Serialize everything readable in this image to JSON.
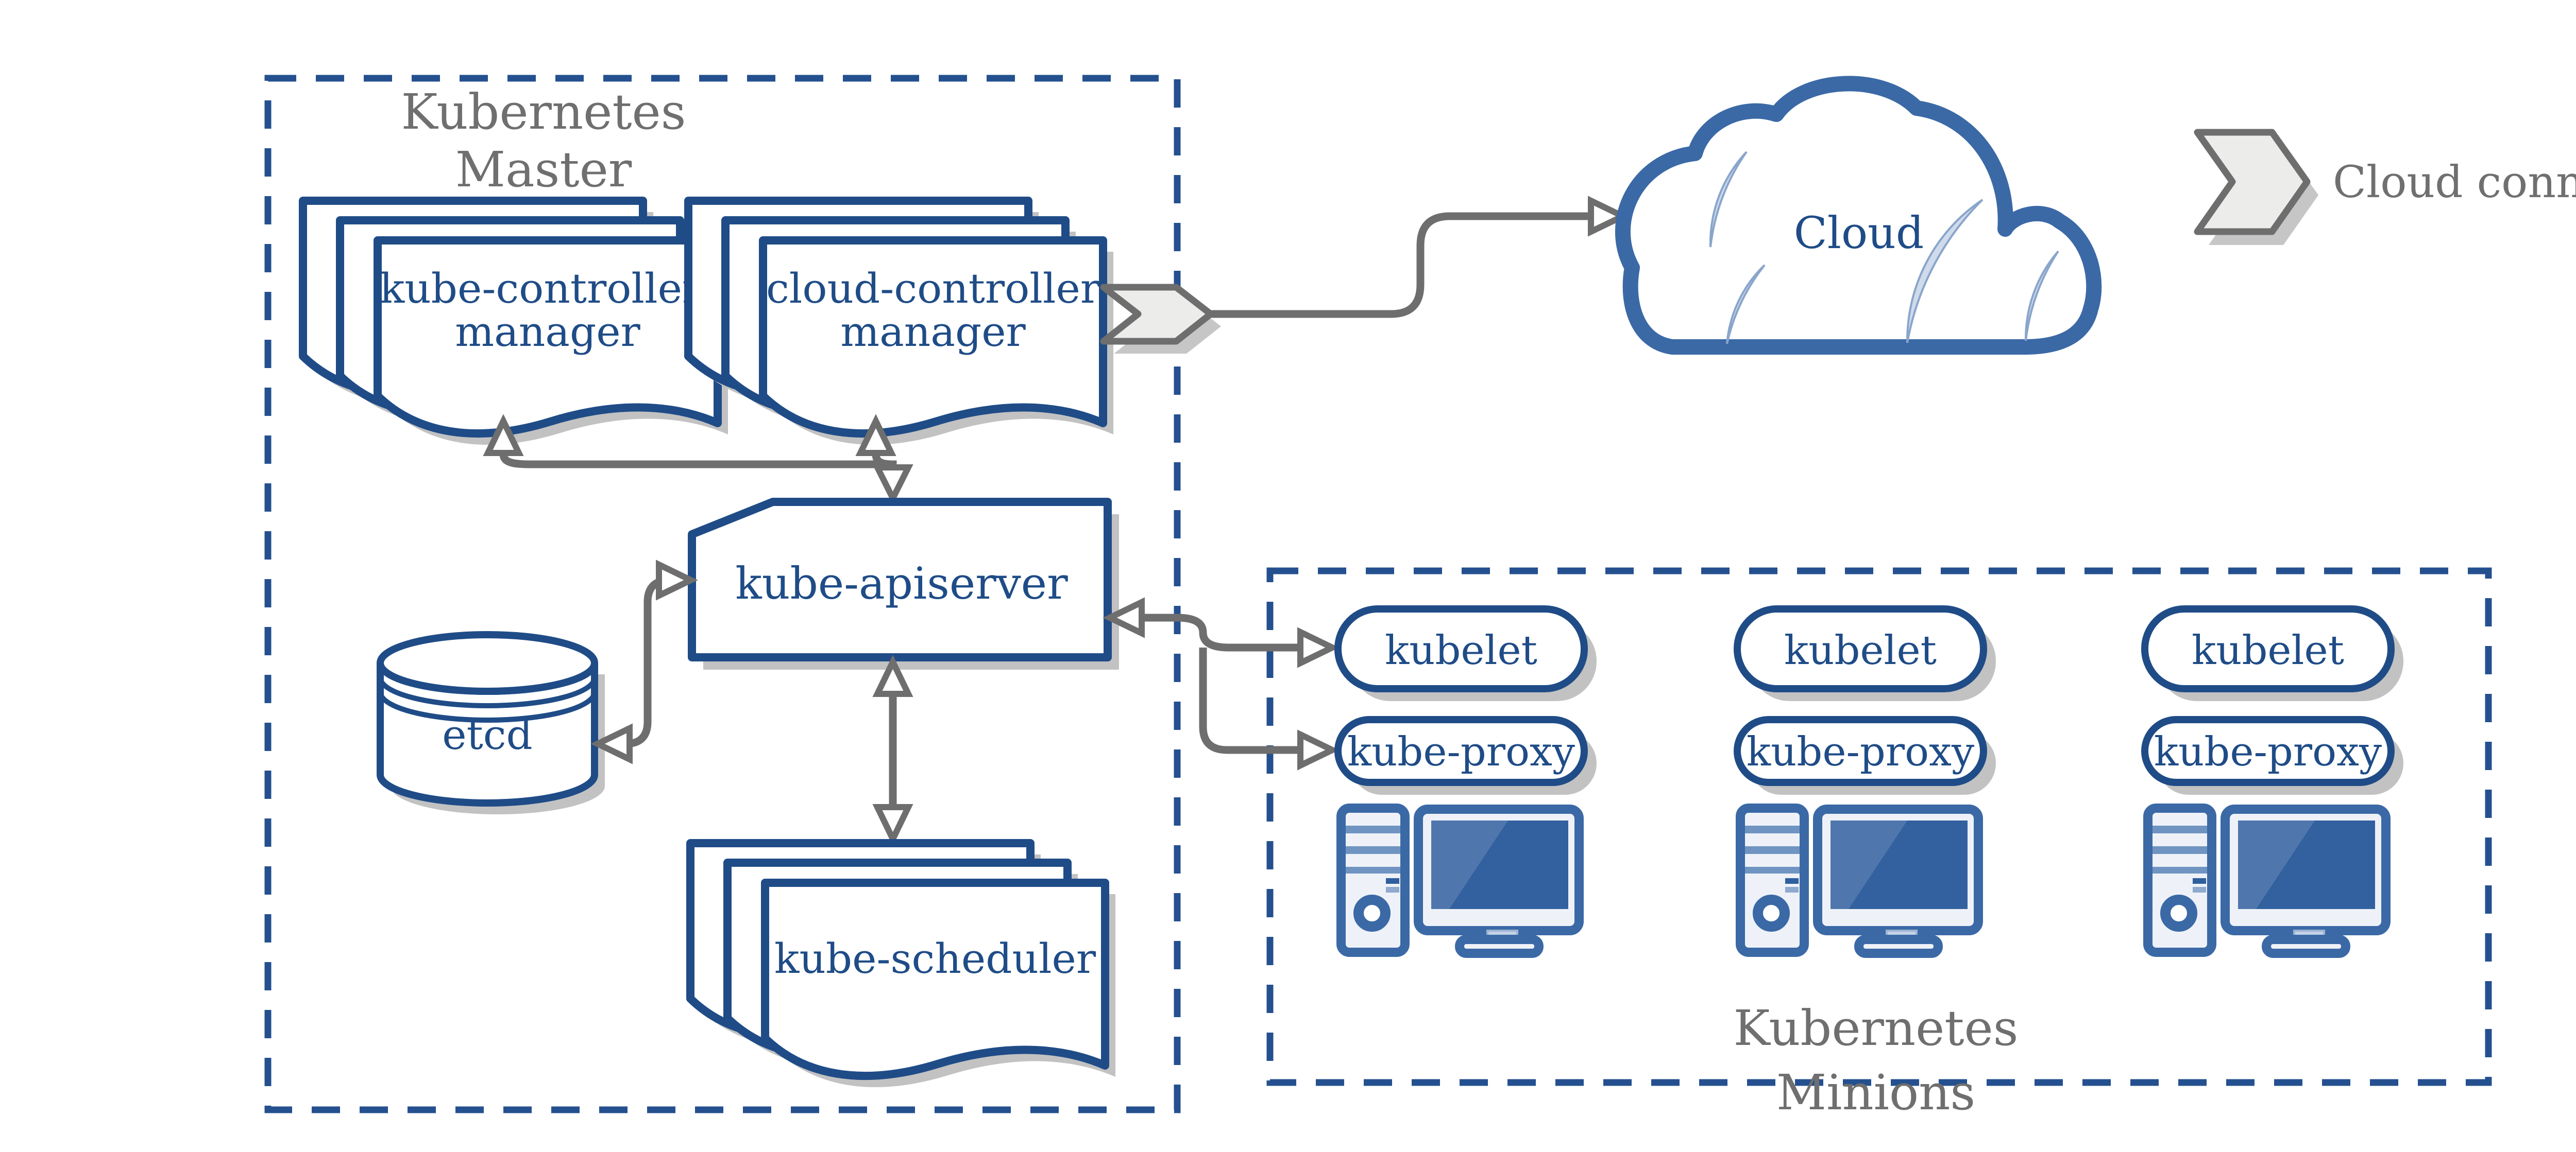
{
  "legend": {
    "label": "Cloud connector"
  },
  "master": {
    "title_line1": "Kubernetes",
    "title_line2": "Master",
    "kube_controller_manager_line1": "kube-controller-",
    "kube_controller_manager_line2": "manager",
    "cloud_controller_manager_line1": "cloud-controller",
    "cloud_controller_manager_line2": "manager",
    "kube_apiserver": "kube-apiserver",
    "etcd": "etcd",
    "kube_scheduler": "kube-scheduler"
  },
  "cloud": {
    "label": "Cloud"
  },
  "minions": {
    "title_line1": "Kubernetes",
    "title_line2": "Minions",
    "columns": [
      {
        "kubelet": "kubelet",
        "kube_proxy": "kube-proxy"
      },
      {
        "kubelet": "kubelet",
        "kube_proxy": "kube-proxy"
      },
      {
        "kubelet": "kubelet",
        "kube_proxy": "kube-proxy"
      }
    ]
  },
  "colors": {
    "primary_blue": "#1f4c87",
    "dashed_border_blue": "#24508f",
    "cloud_border_blue": "#3b69a6",
    "crescent_blue": "#cfdbeb",
    "screen_blue": "#33619f",
    "screen_highlight_blue": "#5077ad",
    "icon_fill": "#eef2f8",
    "connector_gray": "#6e6e6e",
    "label_gray": "#6f6f6f",
    "shadow_gray": "#c2c2c2",
    "chevron_fill": "#ececeb"
  }
}
